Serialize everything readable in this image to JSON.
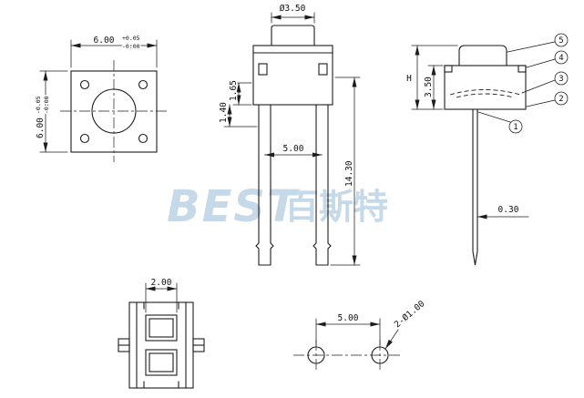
{
  "watermark": {
    "latin": "BEST",
    "cjk": "百斯特"
  },
  "top_view": {
    "width_dim": "6.00",
    "width_tol_upper": "+0.05",
    "width_tol_lower": "-0.00",
    "height_dim": "6.00",
    "height_tol_upper": "-0.05",
    "height_tol_lower": "-0.00"
  },
  "front_view": {
    "cap_dia": "Ø3.50",
    "flange_height": "1.65",
    "shoulder_height": "1.40",
    "pin_pitch": "5.00",
    "pin_length": "14.30"
  },
  "side_view": {
    "total_height": "H",
    "body_height": "3.50",
    "pin_thickness": "0.30",
    "callouts": [
      "5",
      "4",
      "3",
      "2",
      "1"
    ]
  },
  "bottom_view": {
    "slot_width": "2.00"
  },
  "pcb_layout": {
    "hole_pitch": "5.00",
    "hole_note": "2-Ø1.00"
  }
}
